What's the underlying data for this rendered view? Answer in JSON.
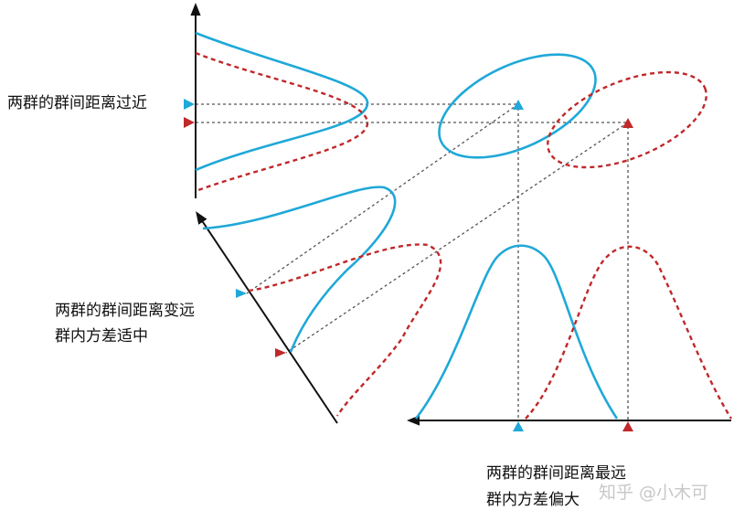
{
  "labels": {
    "top": "两群的群间距离过近",
    "middle_line1": "两群的群间距离变远",
    "middle_line2": "群内方差适中",
    "bottom_line1": "两群的群间距离最远",
    "bottom_line2": "群内方差偏大"
  },
  "watermark": "知乎 @小木可",
  "colors": {
    "blue": "#1fa8d8",
    "red": "#c0282a",
    "axis": "#111111",
    "guide": "#555555"
  }
}
